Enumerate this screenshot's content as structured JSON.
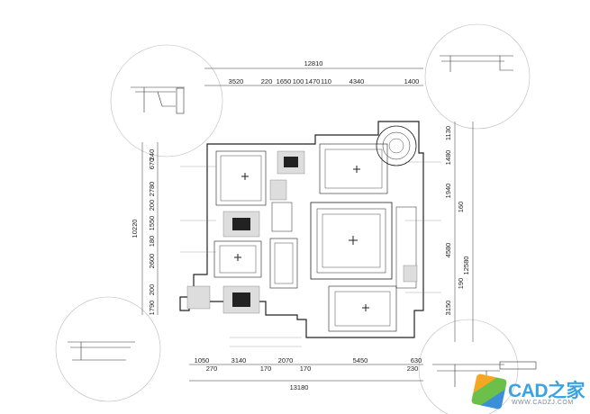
{
  "drawing": {
    "top_total": "12810",
    "top_dims": [
      "3520",
      "220",
      "1650",
      "100",
      "1470",
      "110",
      "4340",
      "1400"
    ],
    "bottom_total": "13180",
    "bottom_dims_upper": [
      "1050",
      "3140",
      "2070",
      "5450",
      "630"
    ],
    "bottom_dims_lower": [
      "270",
      "170",
      "170",
      "230"
    ],
    "left_total": "10220",
    "left_dims": [
      "670",
      "240",
      "2780",
      "200",
      "1550",
      "180",
      "2600",
      "200",
      "1790"
    ],
    "right_total": "12580",
    "right_dims": [
      "1130",
      "1480",
      "1940",
      "160",
      "4580",
      "190",
      "3150"
    ]
  },
  "watermark": {
    "brand": "CAD之家",
    "url": "WWW.CADZJ.COM"
  }
}
